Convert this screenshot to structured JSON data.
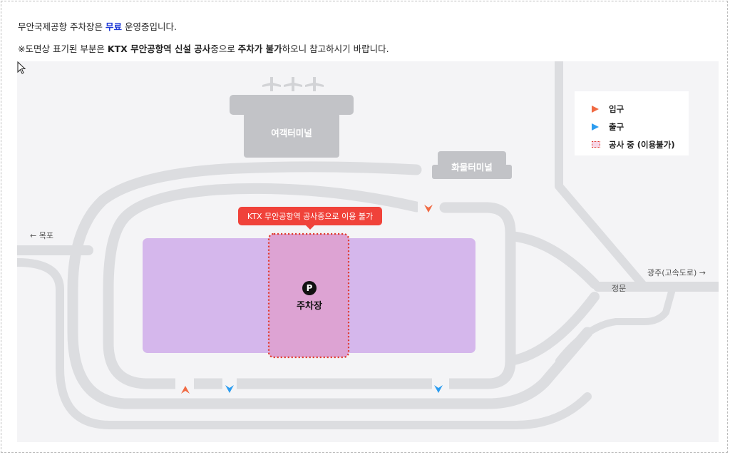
{
  "notice": {
    "line1_prefix": "무안국제공항 주차장은 ",
    "line1_free": "무료",
    "line1_suffix": " 운영중입니다.",
    "line2_prefix": "※도면상 표기된 부분은 ",
    "line2_bold1": "KTX 무안공항역 신설 공사",
    "line2_mid": "중으로 ",
    "line2_bold2": "주차가 불가",
    "line2_suffix": "하오니 참고하시기 바랍니다."
  },
  "legend": {
    "entrance": "입구",
    "exit": "출구",
    "construction": "공사 중 (이용불가)"
  },
  "buildings": {
    "passenger_terminal": "여객터미널",
    "cargo_terminal": "화물터미널"
  },
  "places": {
    "mokpo": "← 목포",
    "gwangju": "광주(고속도로) →",
    "main_gate": "정문"
  },
  "tooltip": "KTX 무안공항역 공사중으로 이용 불가",
  "parking": {
    "symbol": "P",
    "label": "주차장"
  },
  "colors": {
    "road": "#dcdde0",
    "building": "#c2c3c7",
    "parking_lot": "#d5b7ec",
    "construction_fill": "#dda3d3",
    "construction_border": "#e03a2e",
    "entrance_arrow": "#f06a43",
    "exit_arrow": "#2b9cf0",
    "free_text": "#1f3ad6",
    "tooltip_bg": "#f0423a"
  },
  "icons": [
    "airplane-icon",
    "entrance-arrow-icon",
    "exit-arrow-icon",
    "parking-icon",
    "mouse-cursor-icon"
  ]
}
